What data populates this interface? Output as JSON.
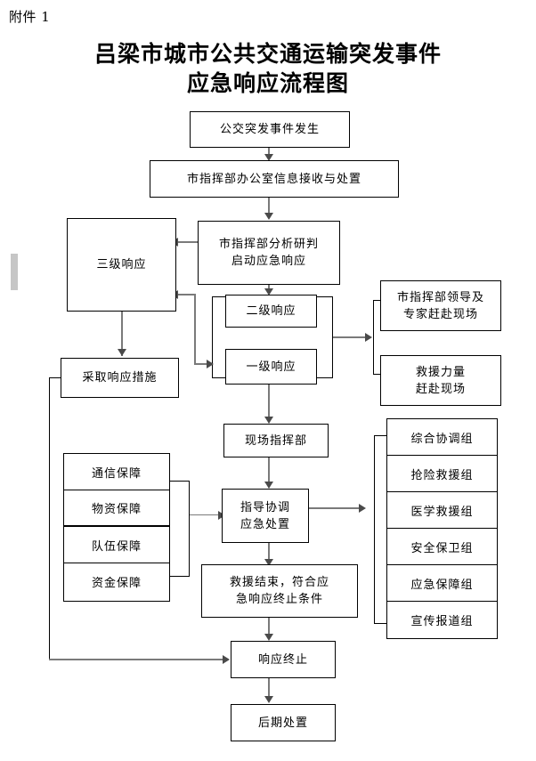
{
  "document": {
    "attachment_label": "附件 1",
    "title_line1": "吕梁市城市公共交通运输突发事件",
    "title_line2": "应急响应流程图"
  },
  "colors": {
    "box_border": "#000000",
    "connector": "#7a7a7a",
    "arrow": "#4a4a4a",
    "gray_mark": "#c6c6c6",
    "background": "#ffffff",
    "text": "#000000"
  },
  "flowchart": {
    "nodes": {
      "incident": "公交突发事件发生",
      "office_receive": "市指挥部办公室信息接收与处置",
      "analyze_line1": "市指挥部分析研判",
      "analyze_line2": "启动应急响应",
      "level3": "三级响应",
      "level2": "二级响应",
      "level1": "一级响应",
      "leaders_line1": "市指挥部领导及",
      "leaders_line2": "专家赶赴现场",
      "rescue_force_line1": "救援力量",
      "rescue_force_line2": "赶赴现场",
      "take_measures": "采取响应措施",
      "site_command": "现场指挥部",
      "coordinate_line1": "指导协调",
      "coordinate_line2": "应急处置",
      "rescue_end_line1": "救援结束，符合应",
      "rescue_end_line2": "急响应终止条件",
      "response_end": "响应终止",
      "post_disposal": "后期处置"
    },
    "support_column": [
      "通信保障",
      "物资保障",
      "队伍保障",
      "资金保障"
    ],
    "group_column": [
      "综合协调组",
      "抢险救援组",
      "医学救援组",
      "安全保卫组",
      "应急保障组",
      "宣传报道组"
    ]
  }
}
